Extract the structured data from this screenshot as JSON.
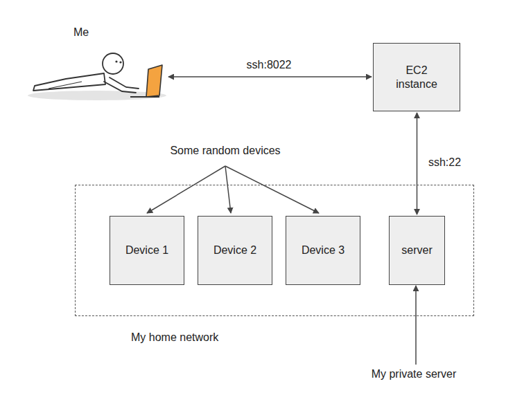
{
  "diagram": {
    "nodes": [
      {
        "text": [
          "EC2 instance"
        ]
      },
      {
        "text": [
          "My home network"
        ]
      },
      {
        "text": [
          "Device 1"
        ],
        "in": 1
      },
      {
        "text": [
          "Device 2"
        ],
        "in": 1
      },
      {
        "text": [
          "Device 3"
        ],
        "in": 1
      },
      {
        "text": [
          "server"
        ],
        "in": 1
      }
    ],
    "edges": [
      {
        "from": 0,
        "to": 5,
        "label": "ssh:22",
        "arrow": "both"
      }
    ],
    "labels": [
      "Me",
      "ssh:8022",
      "Some random devices",
      "My private server"
    ]
  }
}
